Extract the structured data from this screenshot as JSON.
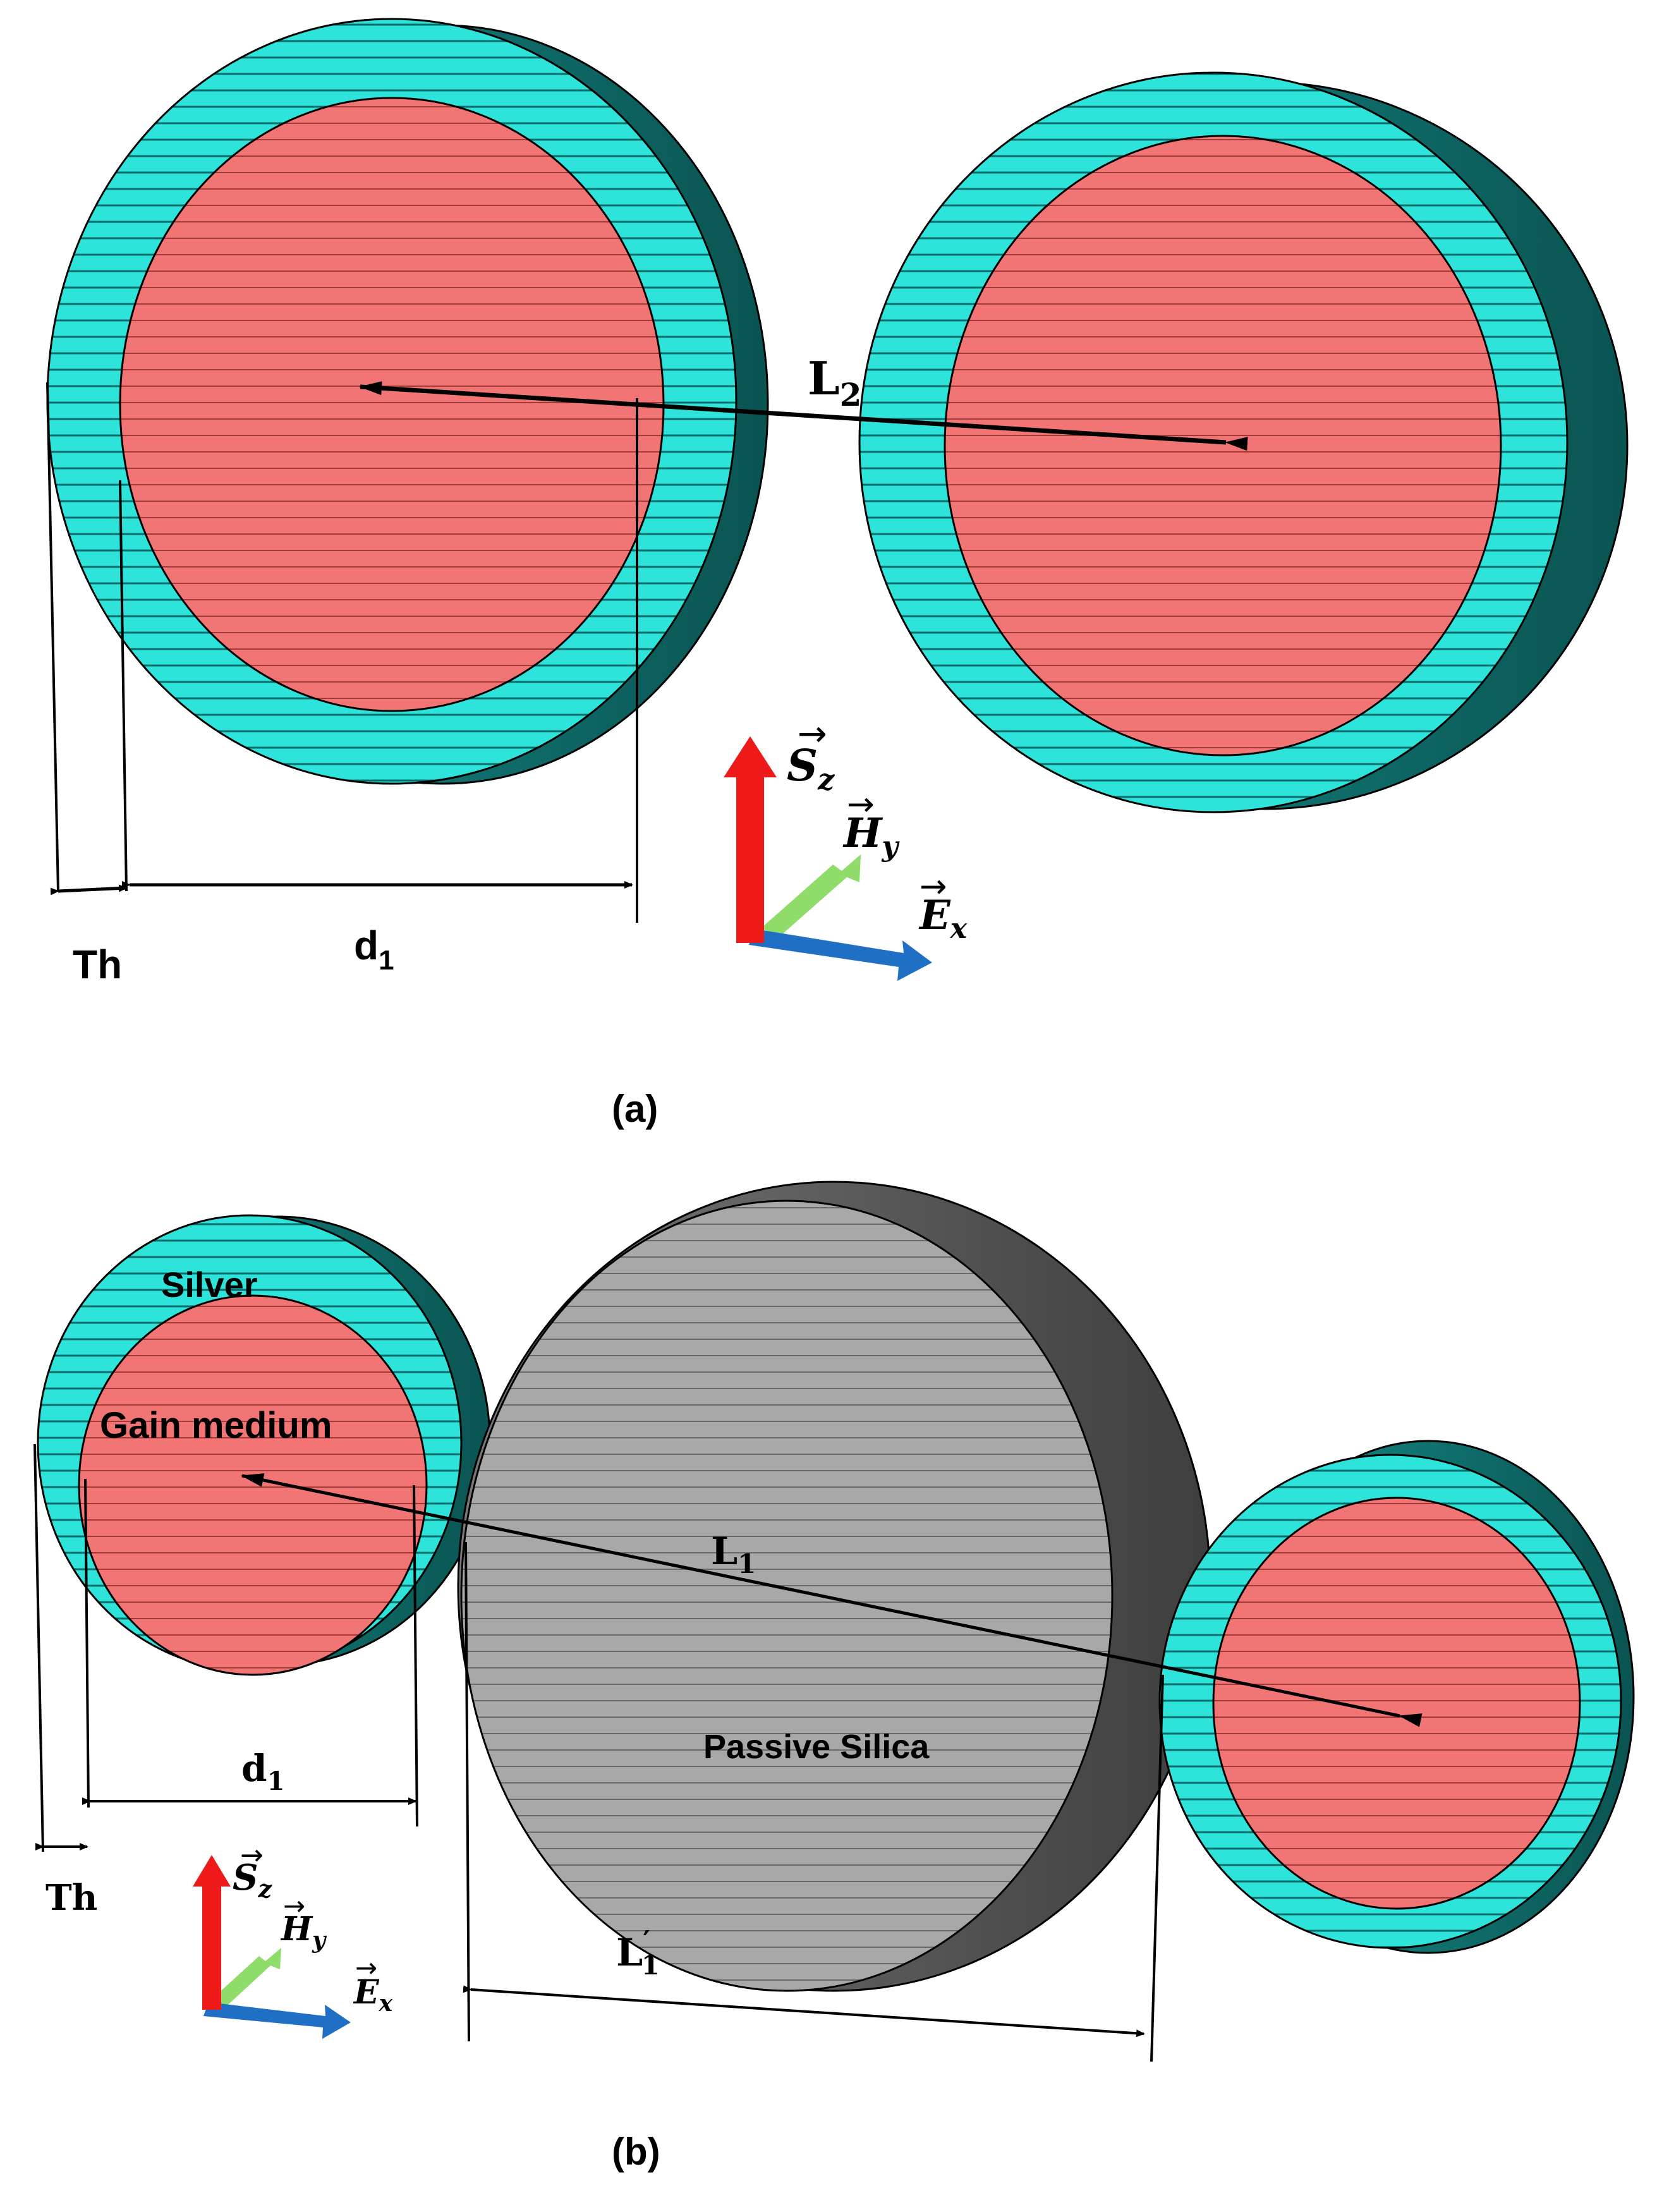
{
  "colors": {
    "silver_shell": "#2ee3d9",
    "silver_side": "#0c6f6d",
    "gain_core": "#f27575",
    "silica_face": "#a8a8a8",
    "silica_side": "#5a5a5a",
    "arrow_s": "#ee1a1a",
    "arrow_h": "#8fdc6a",
    "arrow_e": "#1f6fc4"
  },
  "panel_a": {
    "caption": "(a)",
    "labels": {
      "th": "Th",
      "d1": "d",
      "d1_sub": "1",
      "l2": "L",
      "l2_sub": "2"
    },
    "axes": {
      "s": "S",
      "s_sub": "z",
      "h": "H",
      "h_sub": "y",
      "e": "E",
      "e_sub": "x"
    }
  },
  "panel_b": {
    "caption": "(b)",
    "labels": {
      "silver": "Silver",
      "gain": "Gain medium",
      "silica": "Passive Silica",
      "l1": "L",
      "l1_sub": "1",
      "l1p": "L",
      "l1p_sup": "′",
      "l1p_sub": "1",
      "d1": "d",
      "d1_sub": "1",
      "th": "Th"
    },
    "axes": {
      "s": "S",
      "s_sub": "z",
      "h": "H",
      "h_sub": "y",
      "e": "E",
      "e_sub": "x"
    }
  }
}
